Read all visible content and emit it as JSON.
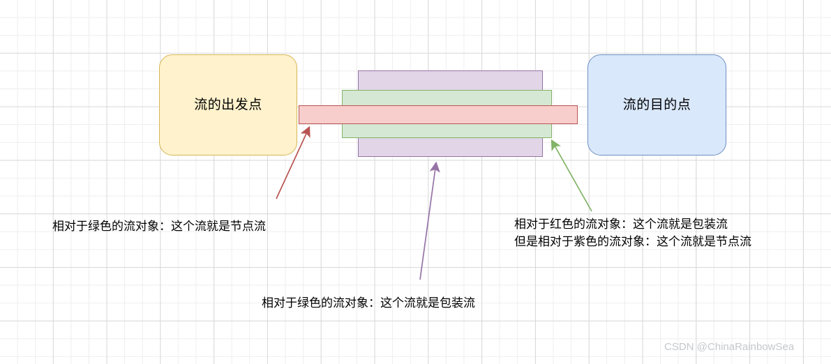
{
  "diagram": {
    "nodes": {
      "source": {
        "label": "流的出发点",
        "fill": "#fff2cc",
        "stroke": "#d6b656"
      },
      "target": {
        "label": "流的目的点",
        "fill": "#dae8fc",
        "stroke": "#6c8ebf"
      }
    },
    "bands": {
      "purple": {
        "fill": "#e1d5e7",
        "stroke": "#9673a6"
      },
      "green": {
        "fill": "#d5e8d4",
        "stroke": "#82b366"
      },
      "red": {
        "fill": "#f8cecc",
        "stroke": "#b85450"
      }
    },
    "annotations": {
      "left": "相对于绿色的流对象：这个流就是节点流",
      "right_line1": "相对于红色的流对象：这个流就是包装流",
      "right_line2": "但是相对于紫色的流对象：这个流就是节点流",
      "bottom": "相对于绿色的流对象：这个流就是包装流"
    },
    "arrow_colors": {
      "red": "#b85450",
      "purple": "#9673a6",
      "green": "#82b366"
    }
  },
  "watermark": {
    "text": "CSDN @ChinaRainbowSea"
  }
}
